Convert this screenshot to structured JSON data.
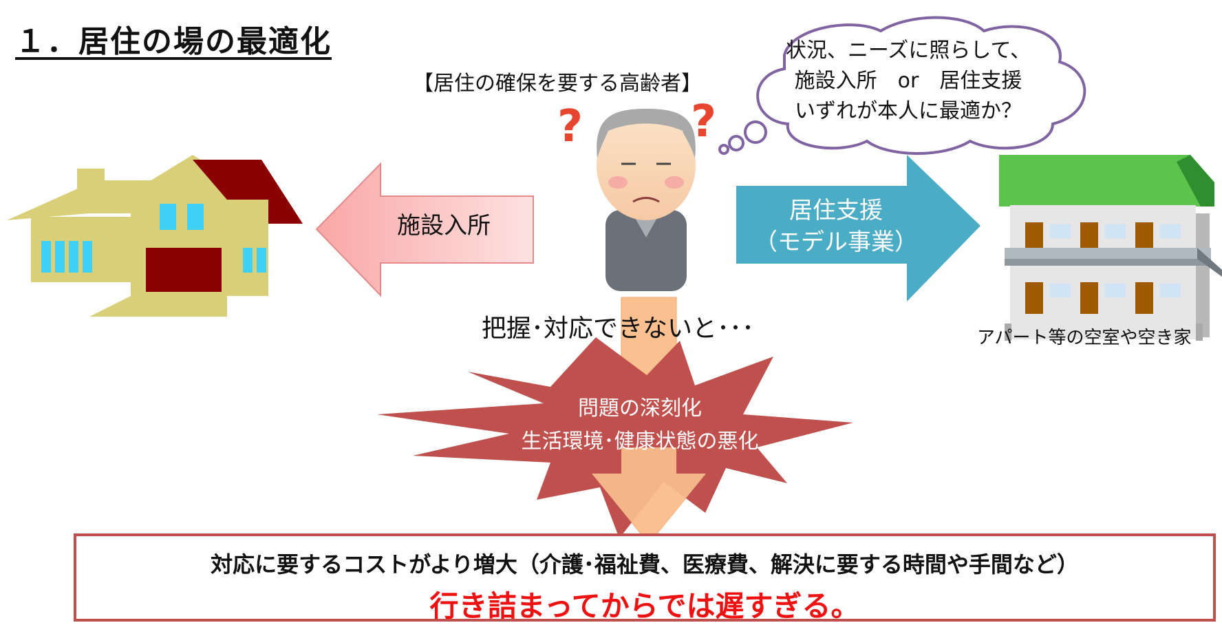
{
  "title": "１．居住の場の最適化",
  "subject_label": "【居住の確保を要する高齢者】",
  "thought": {
    "line1": "状況、ニーズに照らして、",
    "line2": "施設入所　or　居住支援",
    "line3": "いずれが本人に最適か？"
  },
  "left_arrow_label": "施設入所",
  "right_arrow": {
    "line1": "居住支援",
    "line2": "（モデル事業）"
  },
  "grasp_text": "把握･対応できないと･･･",
  "apartment_caption": "アパート等の空室や空き家",
  "burst": {
    "line1": "問題の深刻化",
    "line2": "生活環境･健康状態の悪化"
  },
  "bottom": {
    "line1": "対応に要するコストがより増大（介護･福祉費、医療費、解決に要する時間や手間など）",
    "line2": "行き詰まってからでは遅すぎる。"
  },
  "colors": {
    "left_arrow": "#f7b6b4",
    "right_arrow": "#4bacc6",
    "burst": "#c0504d",
    "down_arrow": "#fac090",
    "thought_border": "#8064a2",
    "bottom_border": "#c0504d",
    "emphasis_text": "#ee1111"
  }
}
